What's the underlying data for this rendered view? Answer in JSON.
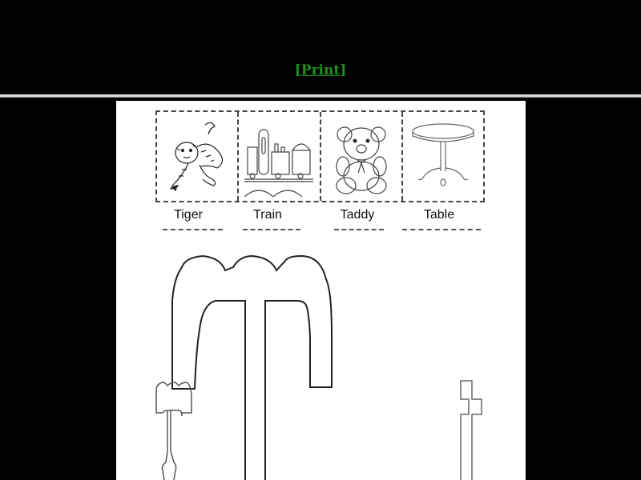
{
  "header": {
    "print_label": "[Print]",
    "link_color": "#1f8f1f"
  },
  "worksheet": {
    "pictures": [
      {
        "label": "Tiger",
        "icon": "tiger-icon"
      },
      {
        "label": "Train",
        "icon": "train-icon"
      },
      {
        "label": "Taddy",
        "icon": "teddy-bear-icon"
      },
      {
        "label": "Table",
        "icon": "table-icon"
      }
    ],
    "tracing_letters": [
      {
        "shape": "T-outline-large",
        "style": "bubble-top"
      },
      {
        "shape": "T-outline-small",
        "style": "bubble-top"
      },
      {
        "shape": "t-outline-small",
        "style": "cross"
      }
    ]
  }
}
